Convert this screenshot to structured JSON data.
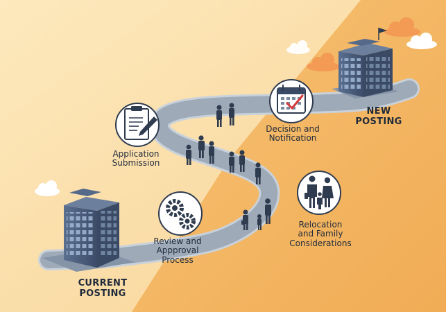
{
  "posts": {
    "current": [
      "CURRENT",
      "POSTING"
    ],
    "new": [
      "NEW",
      "POSTING"
    ]
  },
  "steps": {
    "review": [
      "Review and",
      "Appproval",
      "Process"
    ],
    "application": [
      "Application",
      "Submission"
    ],
    "decision": [
      "Decision and",
      "Notification"
    ],
    "relocation": [
      "Relocation",
      "and Family",
      "Considerations"
    ]
  },
  "icons": {
    "review": "gears-icon",
    "application": "clipboard-pen-icon",
    "decision": "calendar-check-icon",
    "relocation": "family-icon"
  },
  "colors": {
    "background_left": "#fbe2ae",
    "background_right": "#f4b45e",
    "road": "#9eaab8",
    "road_edge": "#c9d2db",
    "building": "#4b5e7d",
    "cloud_light": "#ffffff",
    "cloud_orange": "#f39a55",
    "silhouette": "#2f3b4e"
  }
}
